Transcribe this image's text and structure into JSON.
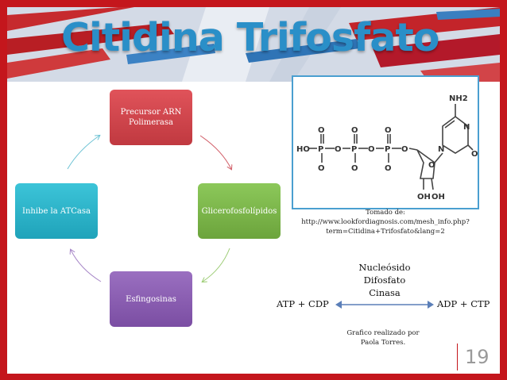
{
  "title": "Citidina Trifosfato",
  "cycle": {
    "top": "Precursor ARN Polimerasa",
    "right": "Glicerofosfolípidos",
    "bottom": "Esfingosinas",
    "left": "Inhibe la ATCasa"
  },
  "molecule": {
    "labels": {
      "nh2": "NH2",
      "n": "N",
      "o": "O",
      "p": "P",
      "ho": "HO",
      "oh": "OH"
    }
  },
  "source": "Tomado de: http://www.lookfordiagnosis.com/mesh_info.php?term=Citidina+Trifosfato&lang=2",
  "enzyme_lines": [
    "Nucleósido",
    "Difosfato",
    "Cinasa"
  ],
  "equation": {
    "left": "ATP + CDP",
    "right": "ADP + CTP"
  },
  "credit": "Grafico realizado por Paola Torres.",
  "page_number": "19",
  "colors": {
    "frame": "#c4161c",
    "title": "#2a8fc8",
    "top": "#d8474e",
    "right": "#7bb84a",
    "bottom": "#8a5cb3",
    "left": "#2cb5cb"
  }
}
